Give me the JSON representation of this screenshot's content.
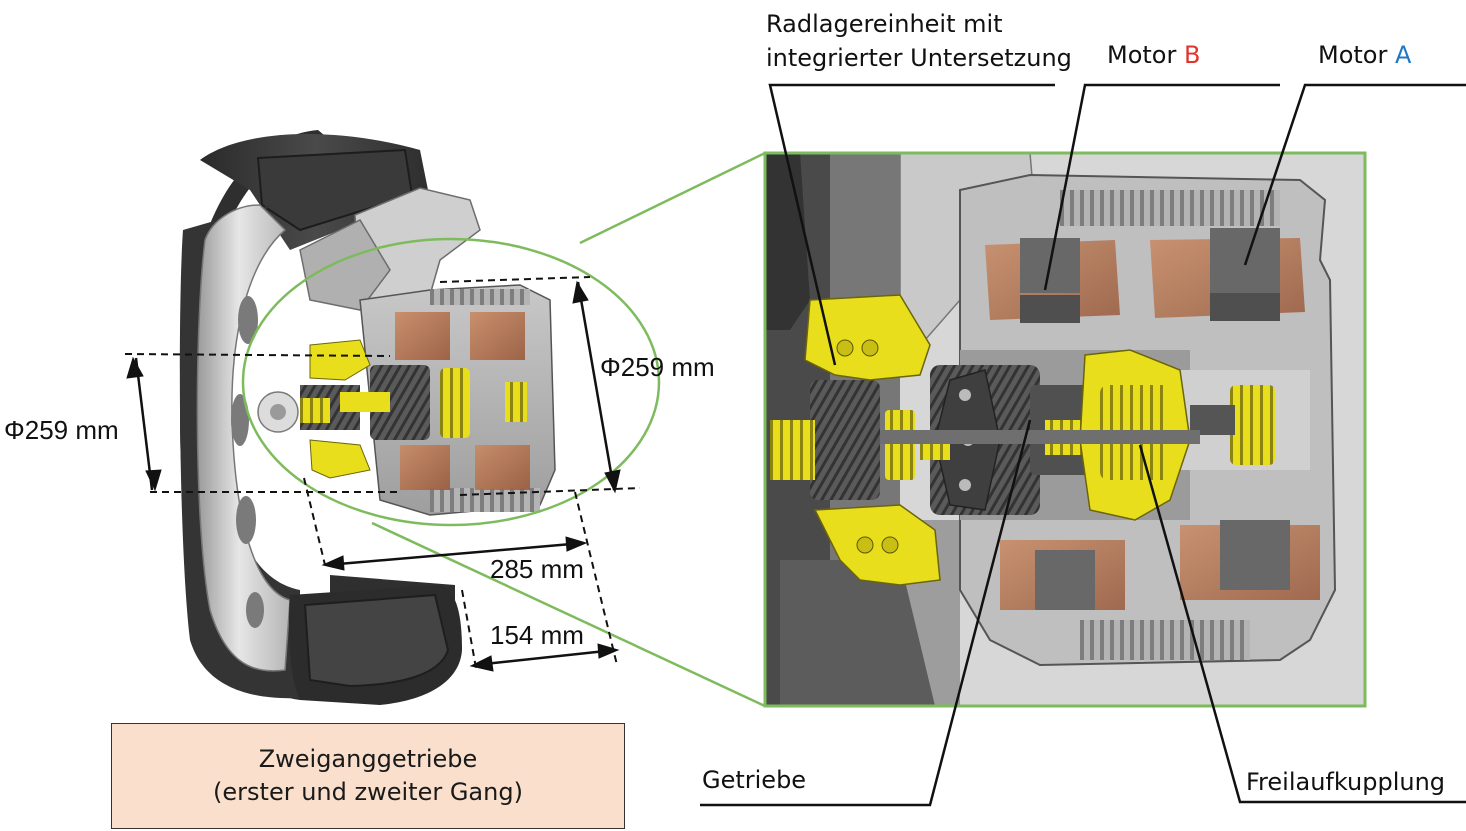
{
  "labels": {
    "wheel_bearing_line1": "Radlagereinheit mit",
    "wheel_bearing_line2": "integrierter Untersetzung",
    "motor_b_word": "Motor",
    "motor_b_letter": "B",
    "motor_a_word": "Motor",
    "motor_a_letter": "A",
    "gearbox": "Getriebe",
    "freewheel_clutch": "Freilaufkupplung"
  },
  "dimensions": {
    "diameter_left": "Φ259 mm",
    "diameter_right": "Φ259 mm",
    "length_total": "285 mm",
    "length_unit": "154 mm"
  },
  "caption": {
    "line1": "Zweiganggetriebe",
    "line2": "(erster und zweiter Gang)"
  },
  "colors": {
    "motor_b_letter": "#e0342f",
    "motor_a_letter": "#1f77c8",
    "highlight_green": "#7dbb5c",
    "caption_fill": "#f9dfcc",
    "gear_yellow": "#e8de1c",
    "copper": "#b9744e"
  }
}
